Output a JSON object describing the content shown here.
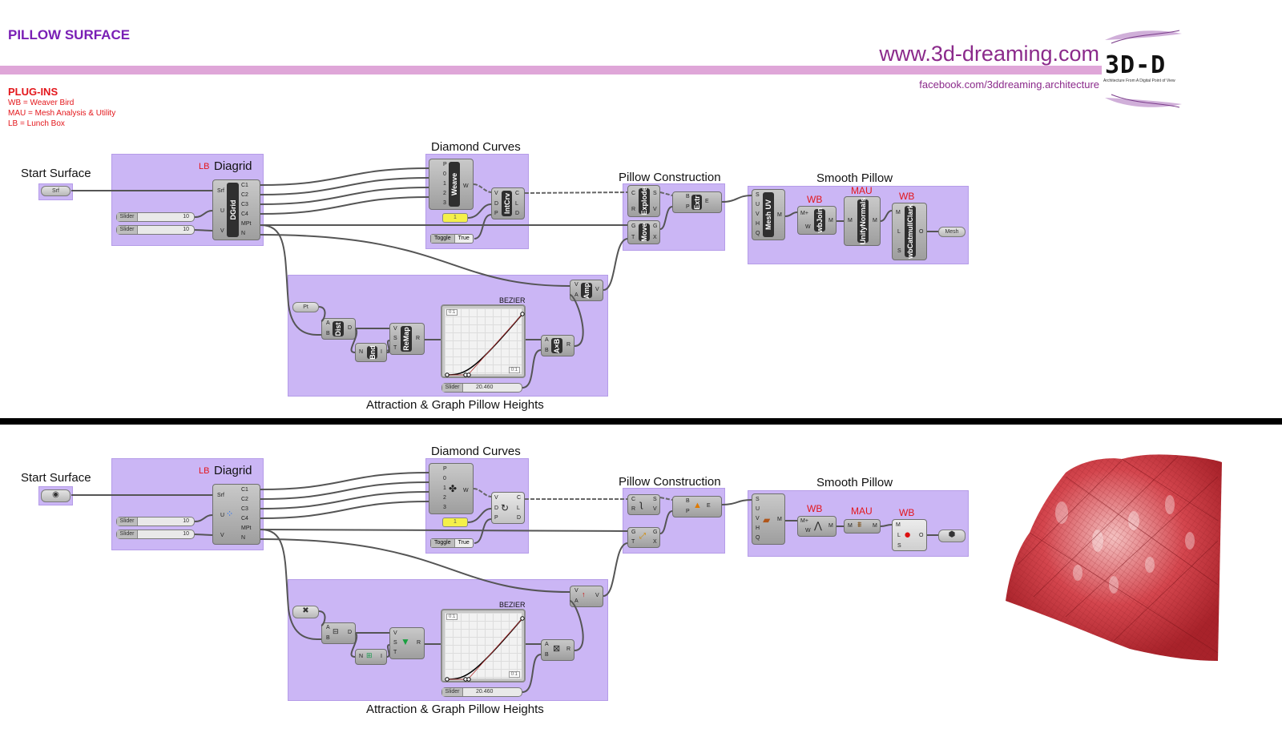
{
  "header": {
    "title": "PILLOW SURFACE",
    "website": "www.3d-dreaming.com",
    "facebook": "facebook.com/3ddreaming.architecture",
    "logo_mark": "3D-D",
    "logo_tagline": "Architecture From A Digital Point of View"
  },
  "plugins": {
    "heading": "PLUG-INS",
    "items": [
      "WB = Weaver Bird",
      "MAU = Mesh Analysis & Utility",
      "LB = Lunch Box"
    ]
  },
  "colors": {
    "title": "#7a1fb5",
    "band": "#dfa6d8",
    "plugin_text": "#e3161b",
    "group_fill": "#cbb6f5",
    "mesh": "#c8343c"
  },
  "definitions": [
    {
      "view": "text",
      "groups": {
        "start_surface": "Start Surface",
        "diagrid": "Diagrid",
        "diagrid_tag": "LB",
        "diamond_curves": "Diamond Curves",
        "pillow_construction": "Pillow Construction",
        "smooth_pillow": "Smooth Pillow",
        "attraction": "Attraction & Graph Pillow Heights"
      },
      "components": {
        "srf_param": "Srf",
        "dgrid": {
          "name": "DGrid",
          "inputs": [
            "Srf",
            "U",
            "V"
          ],
          "outputs": [
            "C1",
            "C2",
            "C3",
            "C4",
            "MPt",
            "N"
          ]
        },
        "slider_u": {
          "label": "Slider",
          "value": "10"
        },
        "slider_v": {
          "label": "Slider",
          "value": "10"
        },
        "weave": {
          "name": "Weave",
          "inputs": [
            "P",
            "0",
            "1",
            "2",
            "3"
          ],
          "outputs": [
            "W"
          ]
        },
        "intcrv": {
          "name": "IntCrv",
          "inputs": [
            "V",
            "D",
            "P"
          ],
          "outputs": [
            "C",
            "L",
            "D"
          ]
        },
        "degree_panel": "1",
        "toggle": {
          "label": "Toggle",
          "value": "True"
        },
        "explode": {
          "name": "Explode",
          "inputs": [
            "C",
            "R"
          ],
          "outputs": [
            "S",
            "V"
          ]
        },
        "extr": {
          "name": "Extr",
          "inputs": [
            "B",
            "P"
          ],
          "outputs": [
            "E"
          ]
        },
        "move": {
          "name": "Move",
          "inputs": [
            "G",
            "T"
          ],
          "outputs": [
            "G",
            "X"
          ]
        },
        "meshuv": {
          "name": "Mesh UV",
          "inputs": [
            "S",
            "U",
            "V",
            "H",
            "Q"
          ],
          "outputs": [
            "M"
          ]
        },
        "wbjoin": {
          "name": "wbJoin",
          "tag": "WB",
          "inputs": [
            "M+",
            "W"
          ],
          "outputs": [
            "M"
          ]
        },
        "unify": {
          "name": "UnifyNormals",
          "tag": "MAU",
          "inputs": [
            "M"
          ],
          "outputs": [
            "M"
          ]
        },
        "catmull": {
          "name": "wbCatmullClark",
          "tag": "WB",
          "inputs": [
            "M",
            "L",
            "S"
          ],
          "outputs": [
            "O"
          ]
        },
        "mesh_param": "Mesh",
        "pt_param": "Pt",
        "dist": {
          "name": "Dist",
          "inputs": [
            "A",
            "B"
          ],
          "outputs": [
            "D"
          ]
        },
        "bnd": {
          "name": "Bnd",
          "inputs": [
            "N"
          ],
          "outputs": [
            "I"
          ]
        },
        "remap": {
          "name": "ReMap",
          "inputs": [
            "V",
            "S",
            "T"
          ],
          "outputs": [
            "R"
          ]
        },
        "graph": {
          "title": "BEZIER",
          "domain_x": "0:1",
          "domain_y": "0:1"
        },
        "mult": {
          "name": "A×B",
          "inputs": [
            "A",
            "B"
          ],
          "outputs": [
            "R"
          ]
        },
        "amp": {
          "name": "Amp",
          "inputs": [
            "V",
            "A"
          ],
          "outputs": [
            "V"
          ]
        },
        "slider_amp": {
          "label": "Slider",
          "value": "20.460"
        }
      }
    },
    {
      "view": "icons",
      "groups": {
        "start_surface": "Start Surface",
        "diagrid": "Diagrid",
        "diagrid_tag": "LB",
        "diamond_curves": "Diamond Curves",
        "pillow_construction": "Pillow Construction",
        "smooth_pillow": "Smooth Pillow",
        "attraction": "Attraction & Graph Pillow Heights",
        "wb1_tag": "WB",
        "mau_tag": "MAU",
        "wb2_tag": "WB"
      },
      "slider_u": {
        "label": "Slider",
        "value": "10"
      },
      "slider_v": {
        "label": "Slider",
        "value": "10"
      },
      "degree_panel": "1",
      "toggle": {
        "label": "Toggle",
        "value": "True"
      },
      "graph": {
        "title": "BEZIER",
        "domain_x": "0:1",
        "domain_y": "0:1"
      },
      "slider_amp": {
        "label": "Slider",
        "value": "20.460"
      }
    }
  ]
}
